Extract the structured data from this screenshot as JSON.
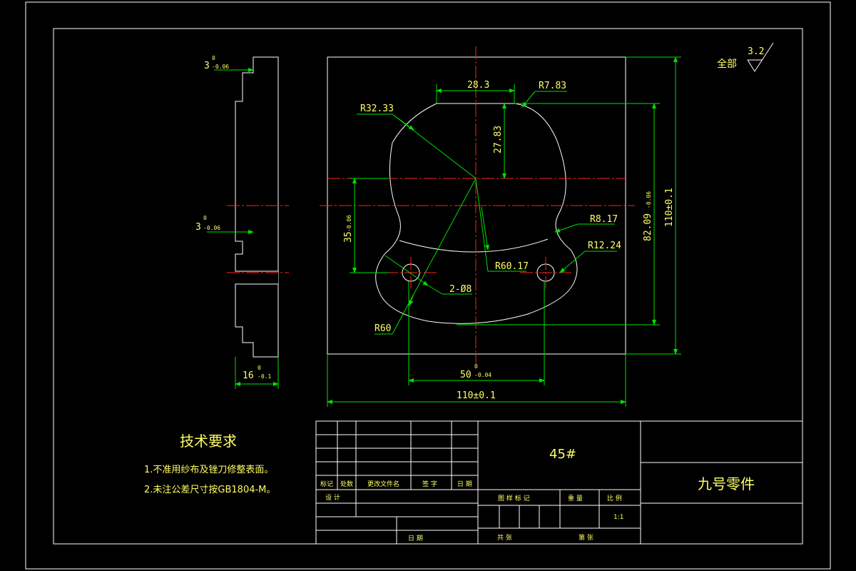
{
  "drawing": {
    "roughness_value": "3.2",
    "roughness_label": "全部",
    "section_view": {
      "dim_top_main": "3",
      "dim_top_upper": "0",
      "dim_top_lower": "-0.06",
      "dim_mid_main": "3",
      "dim_mid_upper": "0",
      "dim_mid_lower": "-0.06",
      "dim_bottom_main": "16",
      "dim_bottom_upper": "0",
      "dim_bottom_lower": "-0.1"
    },
    "front_view": {
      "dim_28_3": "28.3",
      "dim_r7_83": "R7.83",
      "dim_r32_33": "R32.33",
      "dim_27_83": "27.83",
      "dim_35_main": "35",
      "dim_35_tol": "-0.06",
      "dim_82_main": "82.09",
      "dim_82_tol": "-0.06",
      "dim_110_vertical": "110±0.1",
      "dim_r8_17": "R8.17",
      "dim_r12_24": "R12.24",
      "dim_r60_17": "R60.17",
      "dim_holes": "2-Ø8",
      "dim_r60": "R60",
      "dim_50_main": "50",
      "dim_50_upper": "0",
      "dim_50_lower": "-0.04",
      "dim_110_horizontal": "110±0.1"
    },
    "tech_requirements": {
      "title": "技术要求",
      "line1": "1.不准用纱布及锉刀修整表面。",
      "line2": "2.未注公差尺寸按GB1804-M。"
    },
    "title_block": {
      "material": "45#",
      "part_name": "九号零件",
      "mark_label": "标记",
      "count_label": "处数",
      "change_doc_label": "更改文件名",
      "sign_label": "签 字",
      "date_label": "日 期",
      "design_label": "设 计",
      "drawing_mark_label": "图 样 标 记",
      "weight_label": "重 量",
      "scale_label": "比 例",
      "scale_value": "1:1",
      "sheets_label": "共  张",
      "sheet_label": "第  张",
      "date_bottom_label": "日 期"
    }
  }
}
